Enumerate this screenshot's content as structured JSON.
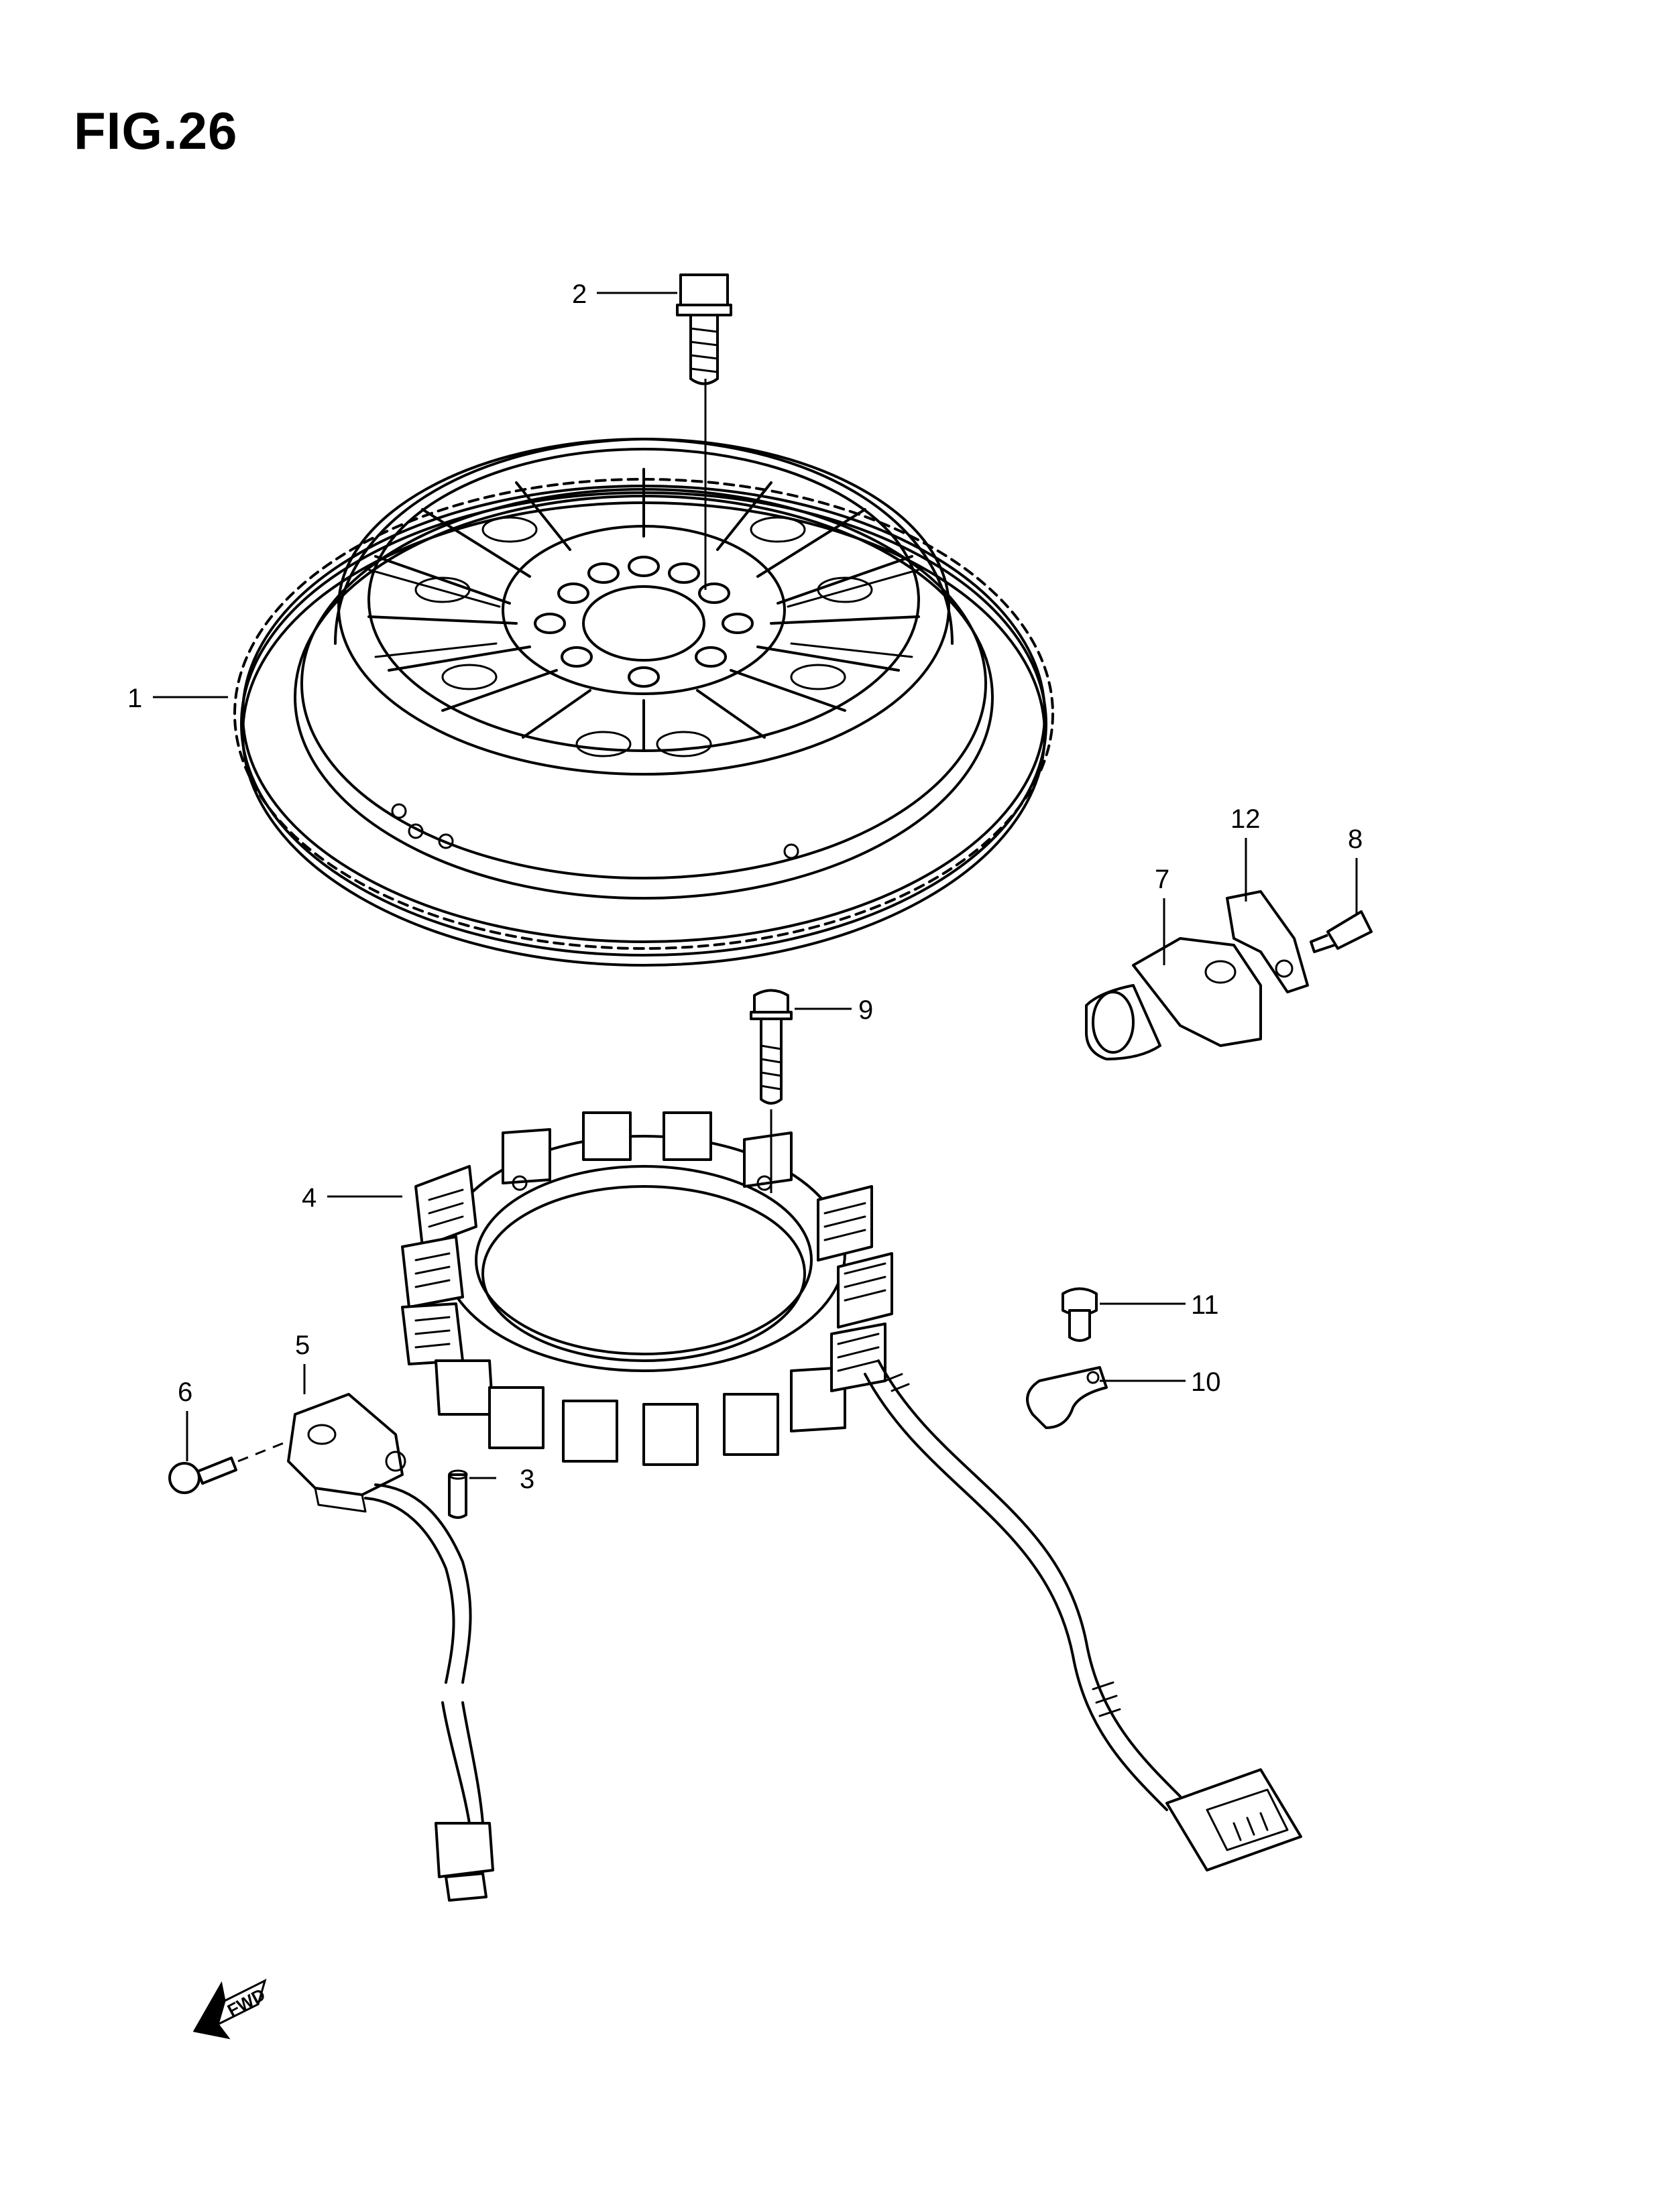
{
  "figure": {
    "title": "FIG.26"
  },
  "callouts": [
    {
      "number": "1",
      "part": "flywheel"
    },
    {
      "number": "2",
      "part": "flywheel-bolt"
    },
    {
      "number": "3",
      "part": "dowel-pin"
    },
    {
      "number": "4",
      "part": "stator"
    },
    {
      "number": "5",
      "part": "pulser-coil"
    },
    {
      "number": "6",
      "part": "pulser-screw"
    },
    {
      "number": "7",
      "part": "sensor"
    },
    {
      "number": "8",
      "part": "sensor-screw"
    },
    {
      "number": "9",
      "part": "stator-bolt"
    },
    {
      "number": "10",
      "part": "wire-clamp"
    },
    {
      "number": "11",
      "part": "clamp-bolt"
    },
    {
      "number": "12",
      "part": "sensor-bracket"
    }
  ],
  "direction_marker": {
    "label": "FWD",
    "icon": "forward-arrow-icon"
  }
}
